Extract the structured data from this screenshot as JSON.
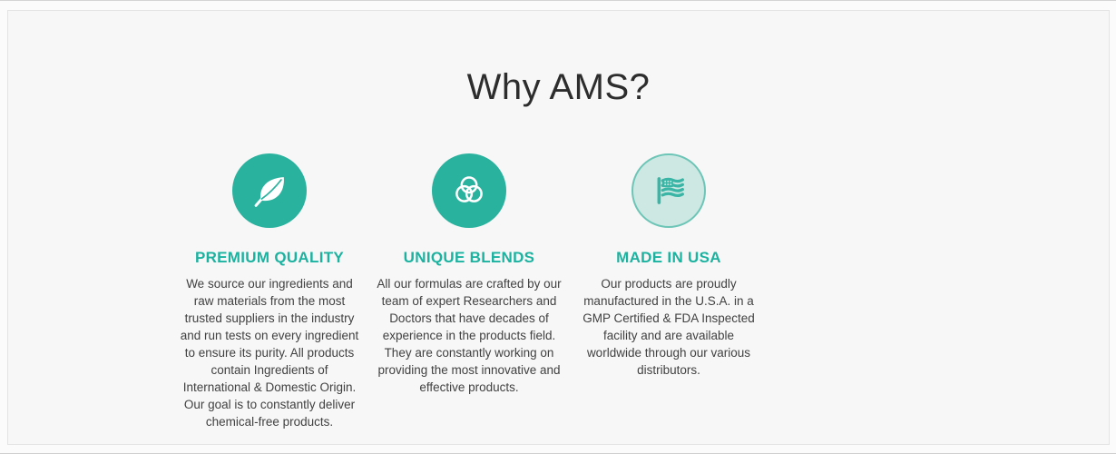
{
  "theme": {
    "accent": "#29b29e",
    "accent_text": "#1cb2a0",
    "mint_fill": "#cde8e3",
    "mint_border": "#6cc5b6",
    "light_icon_color": "#3bb6a6",
    "section_bg": "#f7f7f7",
    "section_border": "#e4e4e4",
    "heading_color": "#2d2d2d",
    "body_text_color": "#414141"
  },
  "section": {
    "heading": "Why AMS?"
  },
  "features": [
    {
      "id": "premium-quality",
      "icon": "leaf-icon",
      "icon_style": "solid",
      "title": "PREMIUM QUALITY",
      "description": "We source our ingredients and raw materials from the most trusted suppliers in the industry and run tests on every ingredient to ensure its purity. All products contain Ingredients of International & Domestic Origin. Our goal is to constantly deliver chemical-free products."
    },
    {
      "id": "unique-blends",
      "icon": "blend-circles-icon",
      "icon_style": "solid",
      "title": "UNIQUE BLENDS",
      "description": "All our formulas are crafted by our team of expert Researchers and Doctors that have decades of experience in the products field. They are constantly working on providing the most innovative and effective products."
    },
    {
      "id": "made-in-usa",
      "icon": "usa-flag-icon",
      "icon_style": "light",
      "title": "MADE IN USA",
      "description": "Our products are proudly manufactured in the U.S.A. in a GMP Certified & FDA Inspected facility and are available worldwide through our various distributors."
    }
  ]
}
